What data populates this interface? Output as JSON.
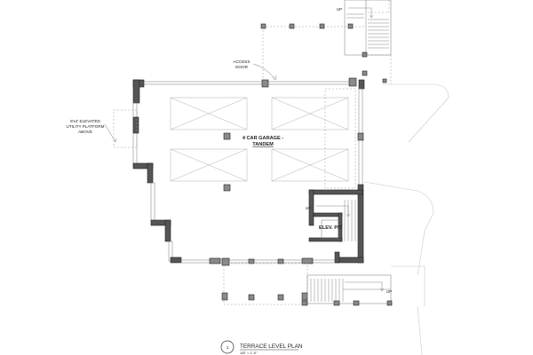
{
  "labels": {
    "access_door_1": "ACCESS",
    "access_door_2": "DOOR",
    "utility_1": "8'x4' ELEVATED",
    "utility_2": "UTILITY PLATFORM",
    "utility_3": "ABOVE",
    "garage_1": "4 CAR GARAGE -",
    "garage_2": "TANDEM",
    "elev_pit": "ELEV. PIT",
    "up_top": "UP",
    "up_left": "UP",
    "up_bottom": "UP"
  },
  "title_block": {
    "number": "1",
    "title": "TERRACE LEVEL PLAN",
    "scale": "1/8\" = 1'-0\""
  }
}
